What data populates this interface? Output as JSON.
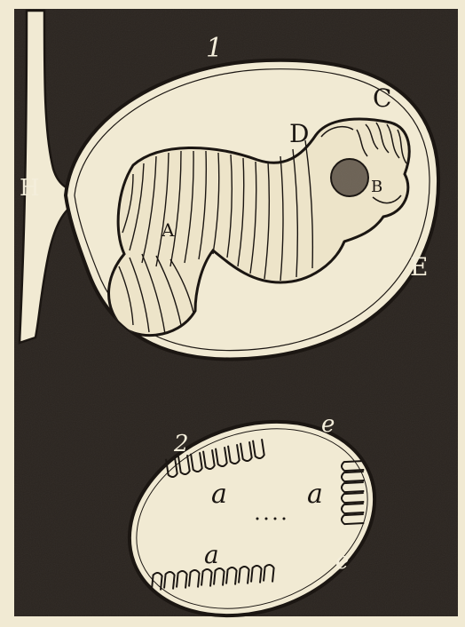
{
  "figures": [
    {
      "number": "1",
      "labels": {
        "A": "A",
        "B": "B",
        "C": "C",
        "D": "D",
        "E": "E",
        "H": "H"
      }
    },
    {
      "number": "2",
      "labels": {
        "a1": "a",
        "a2": "a",
        "a3": "a",
        "e1": "e",
        "e2": "e"
      }
    }
  ],
  "colors": {
    "paper": "#f1ead3",
    "ink": "#1b1612",
    "background": "#2b2520"
  }
}
